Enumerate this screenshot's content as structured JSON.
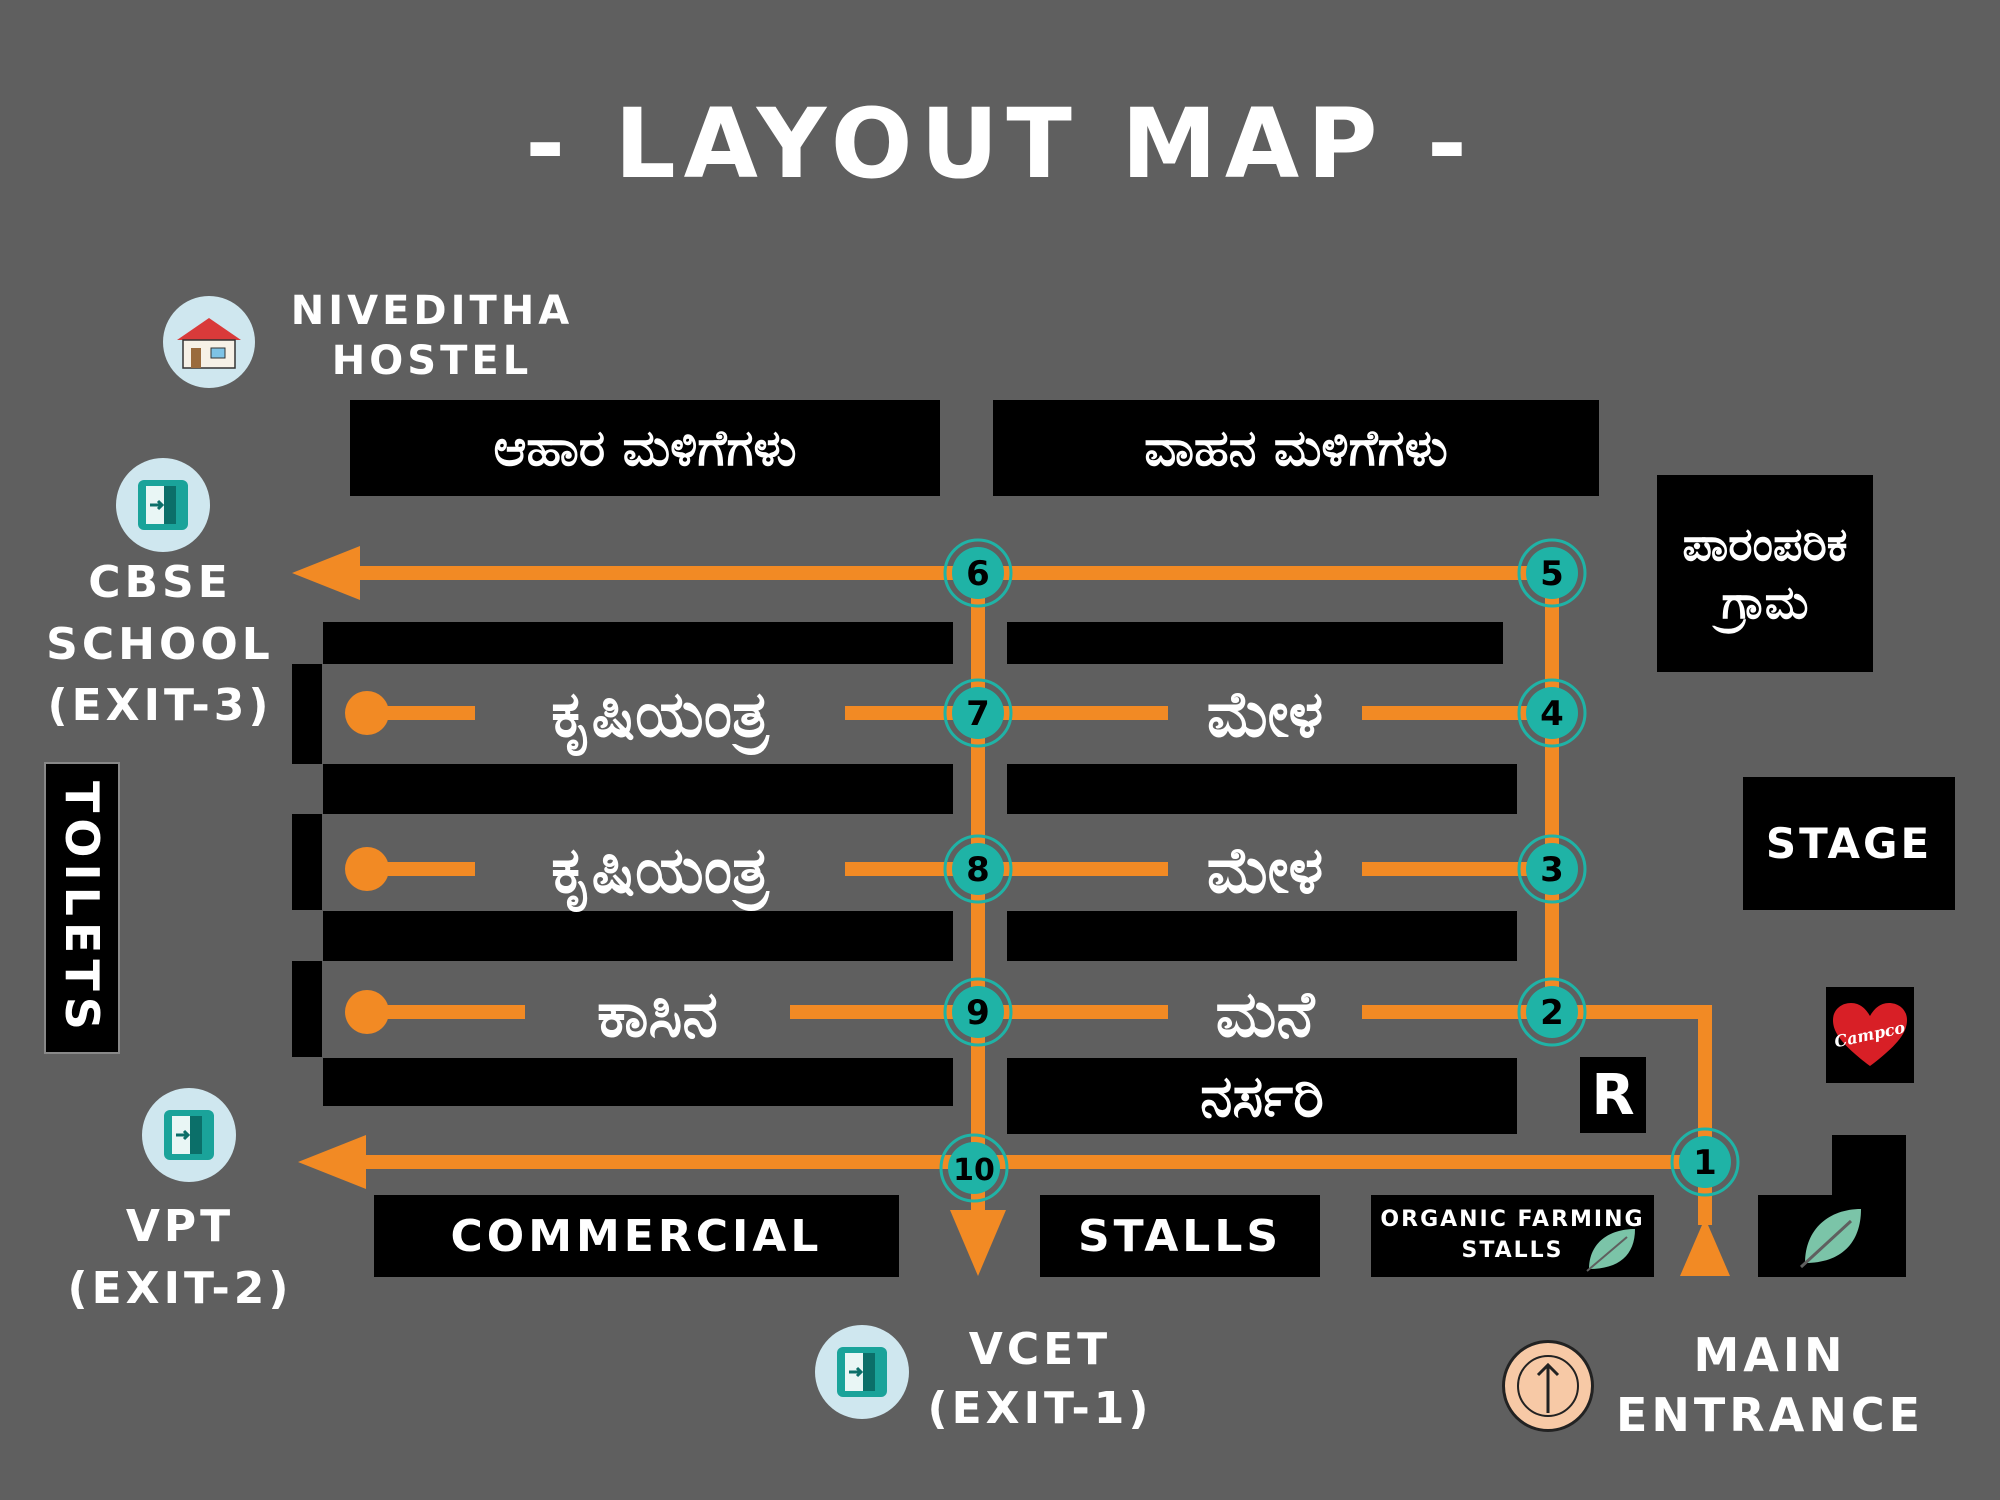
{
  "title": "- LAYOUT MAP -",
  "places": {
    "hostel": [
      "NIVEDITHA",
      "HOSTEL"
    ],
    "cbse": [
      "CBSE",
      "SCHOOL",
      "(EXIT-3)"
    ],
    "toilets": "TOILETS",
    "vpt": [
      "VPT",
      "(EXIT-2)"
    ],
    "vcet": [
      "VCET",
      "(EXIT-1)"
    ],
    "main_entrance": [
      "MAIN",
      "ENTRANCE"
    ]
  },
  "blocks": {
    "food_stalls": "ಆಹಾರ ಮಳಿಗೆಗಳು",
    "vehicle_stalls": "ವಾಹನ ಮಳಿಗೆಗಳು",
    "traditional_village": [
      "ಪಾರಂಪರಿಕ",
      "ಗ್ರಾಮ"
    ],
    "stage": "STAGE",
    "nursery": "ನರ್ಸರಿ",
    "r_block": "R",
    "commercial": "COMMERCIAL",
    "stalls": "STALLS",
    "organic": [
      "ORGANIC FARMING",
      "STALLS"
    ],
    "campco": "Campco"
  },
  "lanes": {
    "agri_machinery_1": "ಕೃಷಿಯಂತ್ರ",
    "agri_machinery_2": "ಕೃಷಿಯಂತ್ರ",
    "handloom": "ಕಾಸಿನ",
    "fair_1": "ಮೇಳ",
    "fair_2": "ಮೇಳ",
    "home": "ಮನೆ"
  },
  "waypoints": [
    "1",
    "2",
    "3",
    "4",
    "5",
    "6",
    "7",
    "8",
    "9",
    "10"
  ],
  "colors": {
    "background": "#5f5f5f",
    "path": "#f28a24",
    "node": "#1fb3a6",
    "block": "#000000"
  }
}
